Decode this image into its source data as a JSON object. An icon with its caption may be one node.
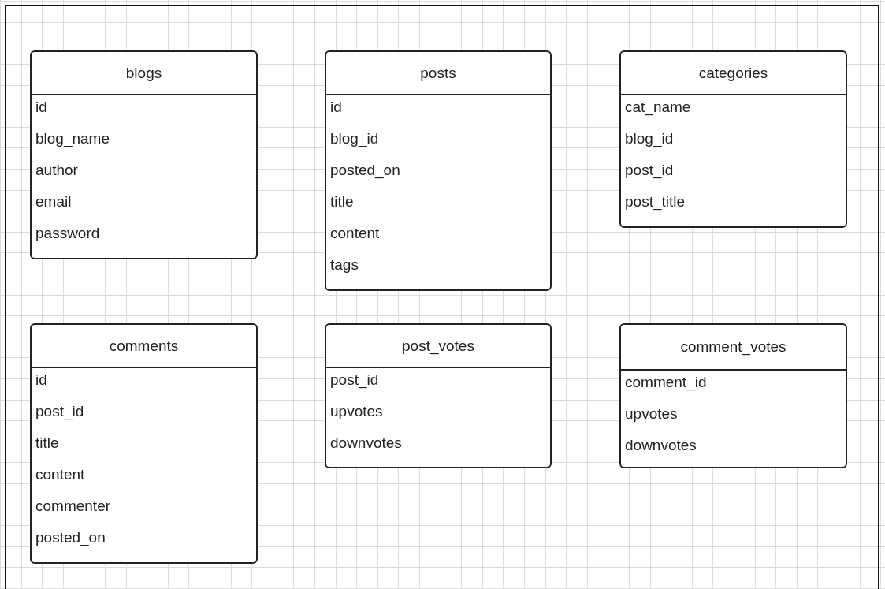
{
  "diagram": {
    "nodes": [
      {
        "text": [
          "blogs",
          "id",
          "blog_name",
          "author",
          "email",
          "password"
        ]
      },
      {
        "text": [
          "posts",
          "id",
          "blog_id",
          "posted_on",
          "title",
          "content",
          "tags"
        ]
      },
      {
        "text": [
          "categories",
          "cat_name",
          "blog_id",
          "post_id",
          "post_title"
        ]
      },
      {
        "text": [
          "comments",
          "id",
          "post_id",
          "title",
          "content",
          "commenter",
          "posted_on"
        ]
      },
      {
        "text": [
          "post_votes",
          "post_id",
          "upvotes",
          "downvotes"
        ]
      },
      {
        "text": [
          "comment_votes",
          "comment_id",
          "upvotes",
          "downvotes"
        ]
      }
    ]
  }
}
